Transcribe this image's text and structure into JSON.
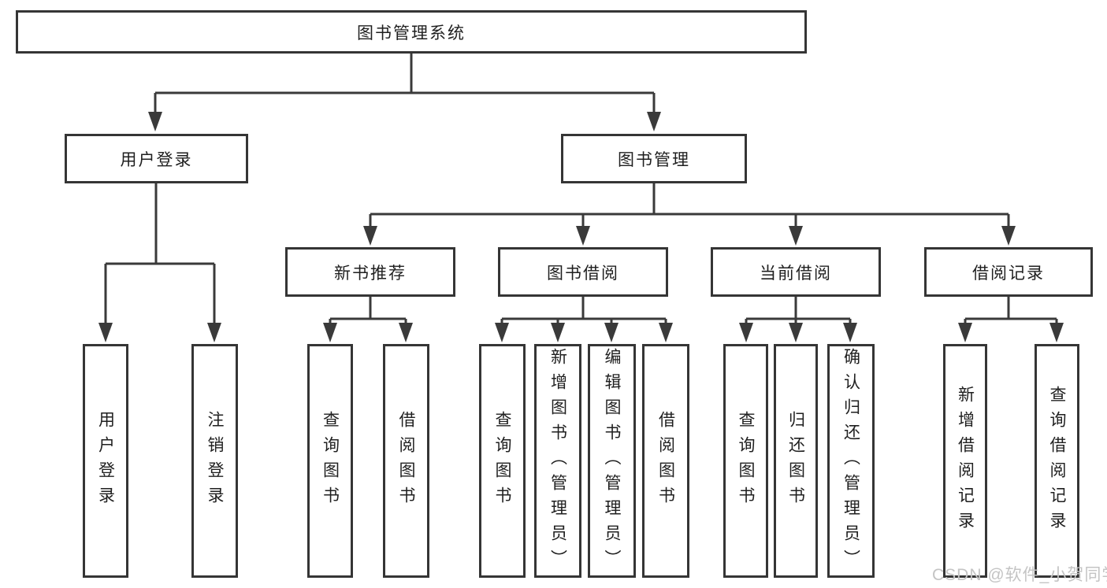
{
  "nodes": {
    "root": "图书管理系统",
    "user_login": "用户登录",
    "book_mgmt": "图书管理",
    "new_book_rec": "新书推荐",
    "book_borrow": "图书借阅",
    "current_borrow": "当前借阅",
    "borrow_records": "借阅记录",
    "leaf_user_login": "用户登录",
    "leaf_logout": "注销登录",
    "leaf_query_book_1": "查询图书",
    "leaf_borrow_book_1": "借阅图书",
    "leaf_query_book_2": "查询图书",
    "leaf_add_book": "新增图书（管理员）",
    "leaf_edit_book": "编辑图书（管理员）",
    "leaf_borrow_book_2": "借阅图书",
    "leaf_query_book_3": "查询图书",
    "leaf_return_book": "归还图书",
    "leaf_confirm_return": "确认归还（管理员）",
    "leaf_add_record": "新增借阅记录",
    "leaf_query_record": "查询借阅记录"
  },
  "hierarchy": {
    "图书管理系统": [
      "用户登录",
      "图书管理"
    ],
    "用户登录": [
      "用户登录",
      "注销登录"
    ],
    "图书管理": [
      "新书推荐",
      "图书借阅",
      "当前借阅",
      "借阅记录"
    ],
    "新书推荐": [
      "查询图书",
      "借阅图书"
    ],
    "图书借阅": [
      "查询图书",
      "新增图书（管理员）",
      "编辑图书（管理员）",
      "借阅图书"
    ],
    "当前借阅": [
      "查询图书",
      "归还图书",
      "确认归还（管理员）"
    ],
    "借阅记录": [
      "新增借阅记录",
      "查询借阅记录"
    ]
  },
  "watermark": "CSDN @软件_小贺同学",
  "colors": {
    "line": "#3a3a3a",
    "box_border": "#353535",
    "box_fill": "#ffffff",
    "text": "#1f1f1f",
    "background": "#ffffff",
    "watermark": "#c4c4c4"
  }
}
